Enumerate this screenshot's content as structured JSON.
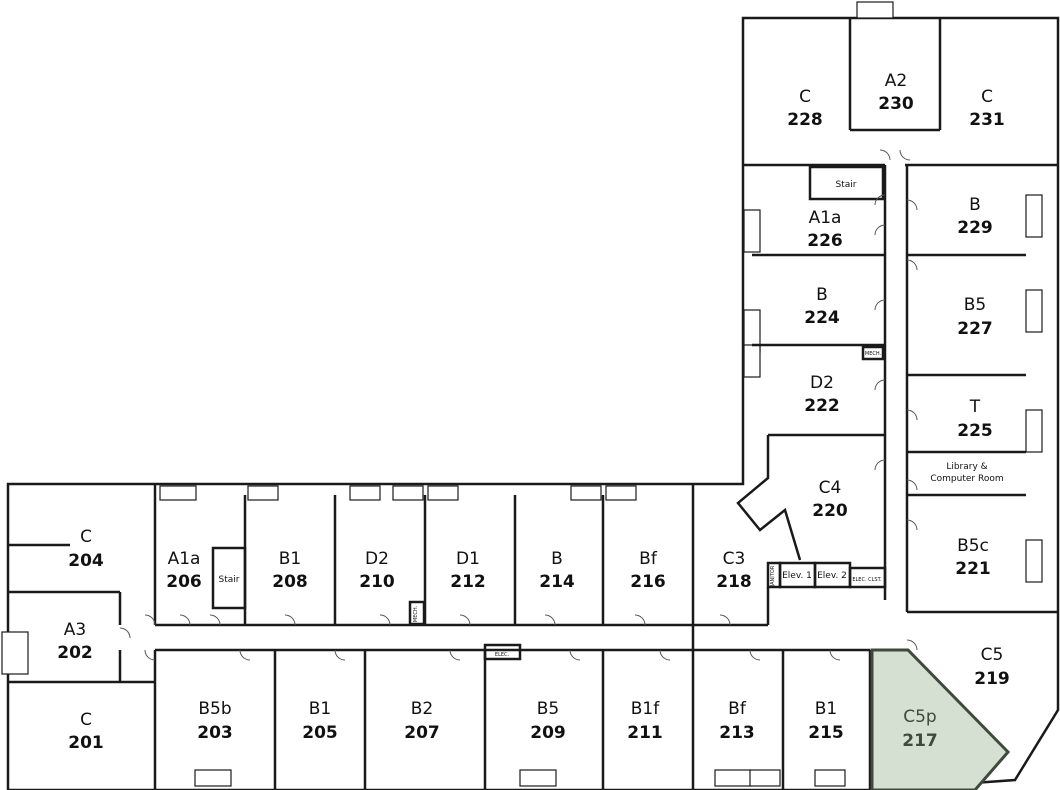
{
  "rooms": [
    {
      "type": "C",
      "num": "228"
    },
    {
      "type": "A2",
      "num": "230"
    },
    {
      "type": "C",
      "num": "231"
    },
    {
      "type": "A1a",
      "num": "226"
    },
    {
      "type": "B",
      "num": "229"
    },
    {
      "type": "B",
      "num": "224"
    },
    {
      "type": "B5",
      "num": "227"
    },
    {
      "type": "D2",
      "num": "222"
    },
    {
      "type": "T",
      "num": "225"
    },
    {
      "type": "C4",
      "num": "220"
    },
    {
      "type": "B5c",
      "num": "221"
    },
    {
      "type": "C5",
      "num": "219"
    },
    {
      "type": "C5p",
      "num": "217"
    },
    {
      "type": "C",
      "num": "204"
    },
    {
      "type": "A1a",
      "num": "206"
    },
    {
      "type": "B1",
      "num": "208"
    },
    {
      "type": "D2",
      "num": "210"
    },
    {
      "type": "D1",
      "num": "212"
    },
    {
      "type": "B",
      "num": "214"
    },
    {
      "type": "Bf",
      "num": "216"
    },
    {
      "type": "C3",
      "num": "218"
    },
    {
      "type": "A3",
      "num": "202"
    },
    {
      "type": "C",
      "num": "201"
    },
    {
      "type": "B5b",
      "num": "203"
    },
    {
      "type": "B1",
      "num": "205"
    },
    {
      "type": "B2",
      "num": "207"
    },
    {
      "type": "B5",
      "num": "209"
    },
    {
      "type": "B1f",
      "num": "211"
    },
    {
      "type": "Bf",
      "num": "213"
    },
    {
      "type": "B1",
      "num": "215"
    }
  ],
  "labels": {
    "stair_upper": "Stair",
    "stair_lower": "Stair",
    "library_line1": "Library &",
    "library_line2": "Computer Room",
    "elev1": "Elev. 1",
    "elev2": "Elev. 2",
    "mech_upper": "MECH.",
    "mech_lower": "MECH.",
    "elec_upper": "ELEC. CLST.",
    "elec_lower": "ELEC.",
    "janitor": "JANITOR"
  },
  "colors": {
    "walls": "#1a1a1a",
    "highlight_fill": "#d5e0d3",
    "highlight_stroke": "#3d4a3c",
    "background": "#ffffff"
  }
}
